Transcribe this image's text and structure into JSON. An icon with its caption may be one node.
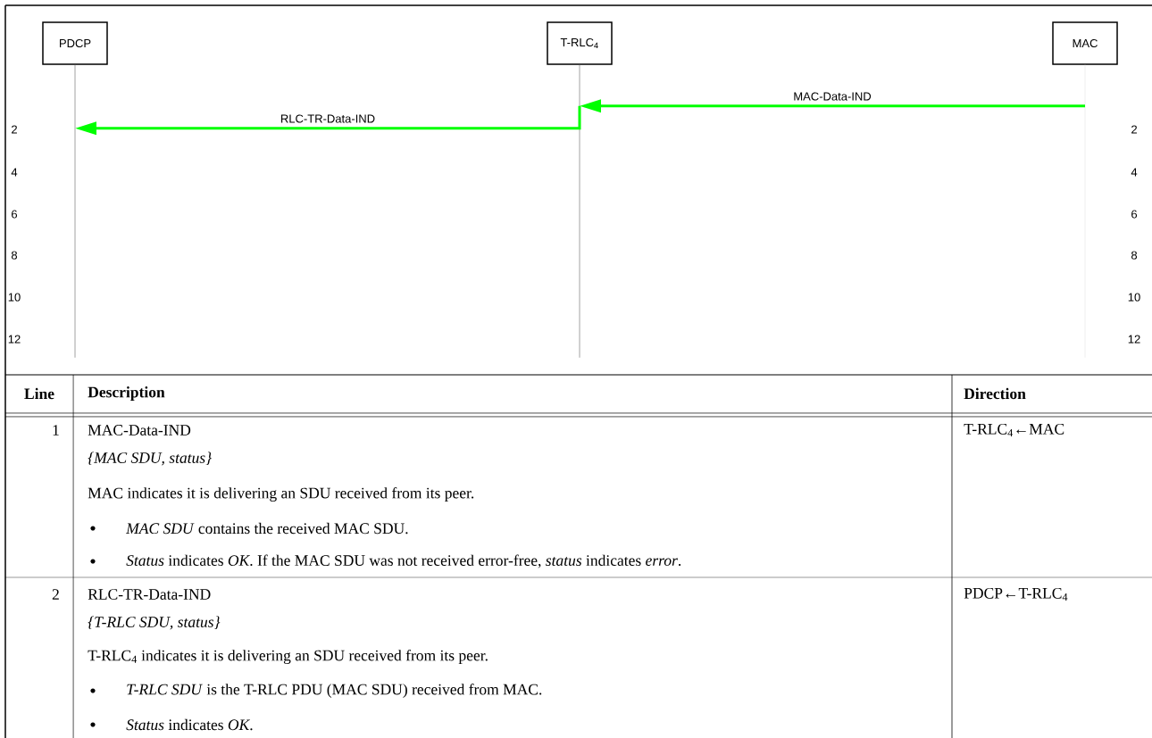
{
  "diagram": {
    "nodes": [
      {
        "text": [
          "PDCP"
        ]
      },
      {
        "text": [
          "T-RLC$_{4}$"
        ]
      },
      {
        "text": [
          "MAC"
        ]
      }
    ],
    "edges": [
      {
        "from": 2,
        "to": 1,
        "arrow": "to",
        "label": "MAC-Data-IND"
      },
      {
        "from": 1,
        "to": 0,
        "arrow": "to",
        "label": "RLC-TR-Data-IND"
      }
    ],
    "labels": [
      "2",
      "4",
      "6",
      "8",
      "10",
      "12",
      "2",
      "4",
      "6",
      "8",
      "10",
      "12",
      "Line",
      "Description",
      "Direction",
      "1",
      "MAC-Data-IND",
      "{MAC SDU, status}",
      "MAC indicates it is delivering an SDU received from its peer.",
      "*MAC SDU* contains the received MAC SDU.",
      "*Status* indicates *OK*. If the MAC SDU was not received error-free, *status* indicates *error*.",
      "T-RLC$_{4}$←MAC",
      "2",
      "RLC-TR-Data-IND",
      "{T-RLC SDU, status}",
      "T-RLC$_{4}$ indicates it is delivering an SDU received from its peer.",
      "*T-RLC SDU* is the T-RLC PDU (MAC SDU) received from MAC.",
      "*Status* indicates *OK*.",
      "PDCP←T-RLC$_{4}$"
    ]
  }
}
